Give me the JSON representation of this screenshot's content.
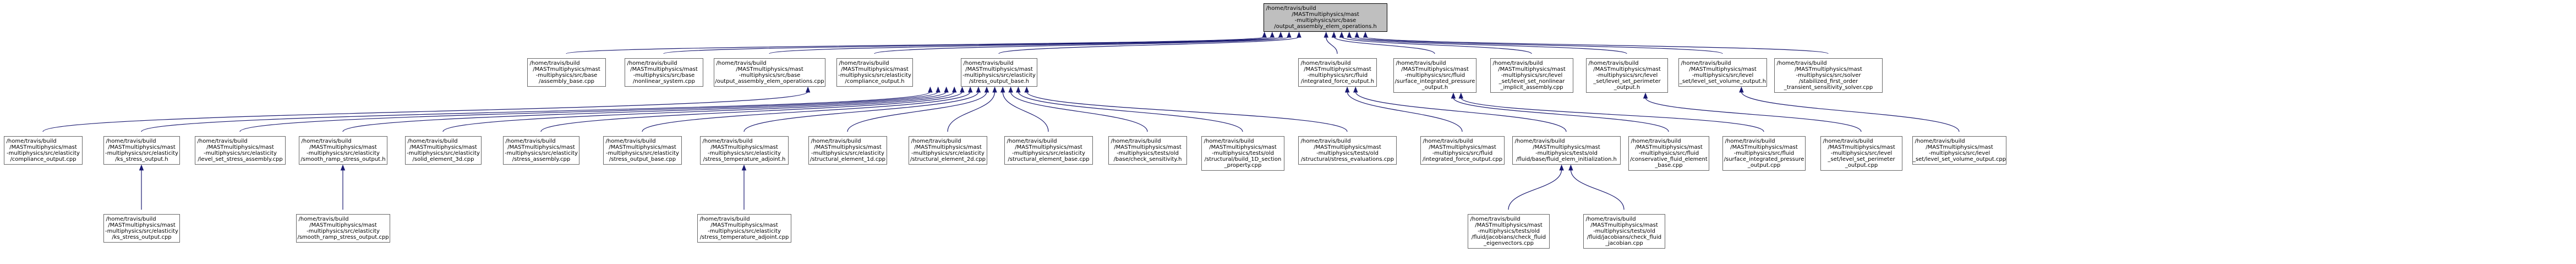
{
  "diagram": {
    "type": "include-dependency-graph",
    "colors": {
      "edge": "#191970",
      "node_border": "#666666",
      "root_fill": "#bfbfbf",
      "node_fill": "#ffffff"
    },
    "nodes": [
      {
        "id": "root",
        "lines": [
          "/home/travis/build",
          "/MASTmultiphysics/mast",
          "-multiphysics/src/base",
          "/output_assembly_elem_operations.h"
        ]
      },
      {
        "id": "base_assembly_base",
        "lines": [
          "/home/travis/build",
          "/MASTmultiphysics/mast",
          "-multiphysics/src/base",
          "/assembly_base.cpp"
        ]
      },
      {
        "id": "base_nonlinear_system",
        "lines": [
          "/home/travis/build",
          "/MASTmultiphysics/mast",
          "-multiphysics/src/base",
          "/nonlinear_system.cpp"
        ]
      },
      {
        "id": "base_output_assembly_ops",
        "lines": [
          "/home/travis/build",
          "/MASTmultiphysics/mast",
          "-multiphysics/src/base",
          "/output_assembly_elem_operations.cpp"
        ]
      },
      {
        "id": "elasticity_compliance_output_h",
        "lines": [
          "/home/travis/build",
          "/MASTmultiphysics/mast",
          "-multiphysics/src/elasticity",
          "/compliance_output.h"
        ]
      },
      {
        "id": "elasticity_stress_output_base_h",
        "lines": [
          "/home/travis/build",
          "/MASTmultiphysics/mast",
          "-multiphysics/src/elasticity",
          "/stress_output_base.h"
        ]
      },
      {
        "id": "fluid_integrated_force_output_h",
        "lines": [
          "/home/travis/build",
          "/MASTmultiphysics/mast",
          "-multiphysics/src/fluid",
          "/integrated_force_output.h"
        ]
      },
      {
        "id": "fluid_surface_integrated_pressure_output_h",
        "lines": [
          "/home/travis/build",
          "/MASTmultiphysics/mast",
          "-multiphysics/src/fluid",
          "/surface_integrated_pressure",
          "_output.h"
        ]
      },
      {
        "id": "level_set_nonlinear_implicit_assembly",
        "lines": [
          "/home/travis/build",
          "/MASTmultiphysics/mast",
          "-multiphysics/src/level",
          "_set/level_set_nonlinear",
          "_implicit_assembly.cpp"
        ]
      },
      {
        "id": "level_set_perimeter_output_h",
        "lines": [
          "/home/travis/build",
          "/MASTmultiphysics/mast",
          "-multiphysics/src/level",
          "_set/level_set_perimeter",
          "_output.h"
        ]
      },
      {
        "id": "level_set_volume_output_h",
        "lines": [
          "/home/travis/build",
          "/MASTmultiphysics/mast",
          "-multiphysics/src/level",
          "_set/level_set_volume_output.h"
        ]
      },
      {
        "id": "solver_stabilized_first_order",
        "lines": [
          "/home/travis/build",
          "/MASTmultiphysics/mast",
          "-multiphysics/src/solver",
          "/stabilized_first_order",
          "_transient_sensitivity_solver.cpp"
        ]
      },
      {
        "id": "elasticity_compliance_output_cpp",
        "lines": [
          "/home/travis/build",
          "/MASTmultiphysics/mast",
          "-multiphysics/src/elasticity",
          "/compliance_output.cpp"
        ]
      },
      {
        "id": "elasticity_ks_stress_output_h",
        "lines": [
          "/home/travis/build",
          "/MASTmultiphysics/mast",
          "-multiphysics/src/elasticity",
          "/ks_stress_output.h"
        ]
      },
      {
        "id": "elasticity_level_set_stress_assembly",
        "lines": [
          "/home/travis/build",
          "/MASTmultiphysics/mast",
          "-multiphysics/src/elasticity",
          "/level_set_stress_assembly.cpp"
        ]
      },
      {
        "id": "elasticity_smooth_ramp_stress_output_h",
        "lines": [
          "/home/travis/build",
          "/MASTmultiphysics/mast",
          "-multiphysics/src/elasticity",
          "/smooth_ramp_stress_output.h"
        ]
      },
      {
        "id": "elasticity_solid_element_3d",
        "lines": [
          "/home/travis/build",
          "/MASTmultiphysics/mast",
          "-multiphysics/src/elasticity",
          "/solid_element_3d.cpp"
        ]
      },
      {
        "id": "elasticity_stress_assembly",
        "lines": [
          "/home/travis/build",
          "/MASTmultiphysics/mast",
          "-multiphysics/src/elasticity",
          "/stress_assembly.cpp"
        ]
      },
      {
        "id": "elasticity_stress_output_base_cpp",
        "lines": [
          "/home/travis/build",
          "/MASTmultiphysics/mast",
          "-multiphysics/src/elasticity",
          "/stress_output_base.cpp"
        ]
      },
      {
        "id": "elasticity_stress_temperature_adjoint_h",
        "lines": [
          "/home/travis/build",
          "/MASTmultiphysics/mast",
          "-multiphysics/src/elasticity",
          "/stress_temperature_adjoint.h"
        ]
      },
      {
        "id": "elasticity_structural_element_1d",
        "lines": [
          "/home/travis/build",
          "/MASTmultiphysics/mast",
          "-multiphysics/src/elasticity",
          "/structural_element_1d.cpp"
        ]
      },
      {
        "id": "elasticity_structural_element_2d",
        "lines": [
          "/home/travis/build",
          "/MASTmultiphysics/mast",
          "-multiphysics/src/elasticity",
          "/structural_element_2d.cpp"
        ]
      },
      {
        "id": "elasticity_structural_element_base",
        "lines": [
          "/home/travis/build",
          "/MASTmultiphysics/mast",
          "-multiphysics/src/elasticity",
          "/structural_element_base.cpp"
        ]
      },
      {
        "id": "tests_base_check_sensitivity",
        "lines": [
          "/home/travis/build",
          "/MASTmultiphysics/mast",
          "-multiphysics/tests/old",
          "/base/check_sensitivity.h"
        ]
      },
      {
        "id": "tests_structural_build_1d_section",
        "lines": [
          "/home/travis/build",
          "/MASTmultiphysics/mast",
          "-multiphysics/tests/old",
          "/structural/build_1D_section",
          "_property.cpp"
        ]
      },
      {
        "id": "tests_structural_stress_evaluations",
        "lines": [
          "/home/travis/build",
          "/MASTmultiphysics/mast",
          "-multiphysics/tests/old",
          "/structural/stress_evaluations.cpp"
        ]
      },
      {
        "id": "fluid_integrated_force_output_cpp",
        "lines": [
          "/home/travis/build",
          "/MASTmultiphysics/mast",
          "-multiphysics/src/fluid",
          "/integrated_force_output.cpp"
        ]
      },
      {
        "id": "tests_fluid_base_fluid_elem_init",
        "lines": [
          "/home/travis/build",
          "/MASTmultiphysics/mast",
          "-multiphysics/tests/old",
          "/fluid/base/fluid_elem_initialization.h"
        ]
      },
      {
        "id": "fluid_conservative_fluid_element_base",
        "lines": [
          "/home/travis/build",
          "/MASTmultiphysics/mast",
          "-multiphysics/src/fluid",
          "/conservative_fluid_element",
          "_base.cpp"
        ]
      },
      {
        "id": "fluid_surface_integrated_pressure_output_cpp",
        "lines": [
          "/home/travis/build",
          "/MASTmultiphysics/mast",
          "-multiphysics/src/fluid",
          "/surface_integrated_pressure",
          "_output.cpp"
        ]
      },
      {
        "id": "level_set_perimeter_output_cpp",
        "lines": [
          "/home/travis/build",
          "/MASTmultiphysics/mast",
          "-multiphysics/src/level",
          "_set/level_set_perimeter",
          "_output.cpp"
        ]
      },
      {
        "id": "level_set_volume_output_cpp",
        "lines": [
          "/home/travis/build",
          "/MASTmultiphysics/mast",
          "-multiphysics/src/level",
          "_set/level_set_volume_output.cpp"
        ]
      },
      {
        "id": "elasticity_ks_stress_output_cpp",
        "lines": [
          "/home/travis/build",
          "/MASTmultiphysics/mast",
          "-multiphysics/src/elasticity",
          "/ks_stress_output.cpp"
        ]
      },
      {
        "id": "elasticity_smooth_ramp_stress_output_cpp",
        "lines": [
          "/home/travis/build",
          "/MASTmultiphysics/mast",
          "-multiphysics/src/elasticity",
          "/smooth_ramp_stress_output.cpp"
        ]
      },
      {
        "id": "elasticity_stress_temperature_adjoint_cpp",
        "lines": [
          "/home/travis/build",
          "/MASTmultiphysics/mast",
          "-multiphysics/src/elasticity",
          "/stress_temperature_adjoint.cpp"
        ]
      },
      {
        "id": "tests_fluid_jacobians_check_fluid_eigenvectors",
        "lines": [
          "/home/travis/build",
          "/MASTmultiphysics/mast",
          "-multiphysics/tests/old",
          "/fluid/jacobians/check_fluid",
          "_eigenvectors.cpp"
        ]
      },
      {
        "id": "tests_fluid_jacobians_check_fluid_jacobian",
        "lines": [
          "/home/travis/build",
          "/MASTmultiphysics/mast",
          "-multiphysics/tests/old",
          "/fluid/jacobians/check_fluid",
          "_jacobian.cpp"
        ]
      }
    ],
    "edges": [
      [
        "root",
        "base_assembly_base"
      ],
      [
        "root",
        "base_nonlinear_system"
      ],
      [
        "root",
        "base_output_assembly_ops"
      ],
      [
        "root",
        "elasticity_compliance_output_h"
      ],
      [
        "root",
        "elasticity_stress_output_base_h"
      ],
      [
        "root",
        "fluid_integrated_force_output_h"
      ],
      [
        "root",
        "fluid_surface_integrated_pressure_output_h"
      ],
      [
        "root",
        "level_set_nonlinear_implicit_assembly"
      ],
      [
        "root",
        "level_set_perimeter_output_h"
      ],
      [
        "root",
        "level_set_volume_output_h"
      ],
      [
        "root",
        "solver_stabilized_first_order"
      ],
      [
        "elasticity_compliance_output_h",
        "elasticity_compliance_output_cpp"
      ],
      [
        "elasticity_stress_output_base_h",
        "elasticity_ks_stress_output_h"
      ],
      [
        "elasticity_stress_output_base_h",
        "elasticity_level_set_stress_assembly"
      ],
      [
        "elasticity_stress_output_base_h",
        "elasticity_smooth_ramp_stress_output_h"
      ],
      [
        "elasticity_stress_output_base_h",
        "elasticity_solid_element_3d"
      ],
      [
        "elasticity_stress_output_base_h",
        "elasticity_stress_assembly"
      ],
      [
        "elasticity_stress_output_base_h",
        "elasticity_stress_output_base_cpp"
      ],
      [
        "elasticity_stress_output_base_h",
        "elasticity_stress_temperature_adjoint_h"
      ],
      [
        "elasticity_stress_output_base_h",
        "elasticity_structural_element_1d"
      ],
      [
        "elasticity_stress_output_base_h",
        "elasticity_structural_element_2d"
      ],
      [
        "elasticity_stress_output_base_h",
        "elasticity_structural_element_base"
      ],
      [
        "elasticity_stress_output_base_h",
        "tests_base_check_sensitivity"
      ],
      [
        "elasticity_stress_output_base_h",
        "tests_structural_build_1d_section"
      ],
      [
        "elasticity_stress_output_base_h",
        "tests_structural_stress_evaluations"
      ],
      [
        "elasticity_ks_stress_output_h",
        "elasticity_ks_stress_output_cpp"
      ],
      [
        "elasticity_smooth_ramp_stress_output_h",
        "elasticity_smooth_ramp_stress_output_cpp"
      ],
      [
        "elasticity_stress_temperature_adjoint_h",
        "elasticity_stress_temperature_adjoint_cpp"
      ],
      [
        "fluid_integrated_force_output_h",
        "fluid_integrated_force_output_cpp"
      ],
      [
        "fluid_integrated_force_output_h",
        "tests_fluid_base_fluid_elem_init"
      ],
      [
        "fluid_surface_integrated_pressure_output_h",
        "fluid_conservative_fluid_element_base"
      ],
      [
        "fluid_surface_integrated_pressure_output_h",
        "fluid_surface_integrated_pressure_output_cpp"
      ],
      [
        "level_set_perimeter_output_h",
        "level_set_perimeter_output_cpp"
      ],
      [
        "level_set_volume_output_h",
        "level_set_volume_output_cpp"
      ],
      [
        "tests_fluid_base_fluid_elem_init",
        "tests_fluid_jacobians_check_fluid_eigenvectors"
      ],
      [
        "tests_fluid_base_fluid_elem_init",
        "tests_fluid_jacobians_check_fluid_jacobian"
      ]
    ]
  }
}
